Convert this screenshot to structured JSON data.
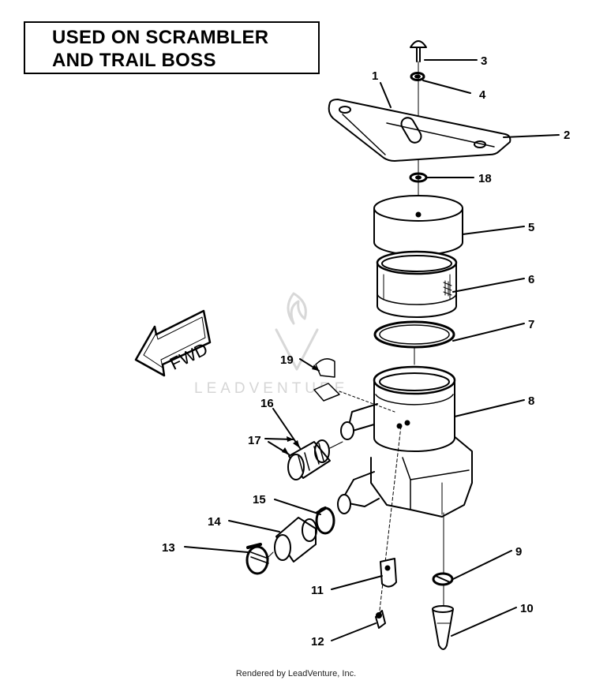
{
  "title": {
    "line1": "USED ON SCRAMBLER",
    "line2": "AND TRAIL BOSS"
  },
  "direction_label": "FWD",
  "watermark": "LEADVENTURE",
  "footer": "Rendered by LeadVenture, Inc.",
  "callouts": [
    "1",
    "2",
    "3",
    "4",
    "5",
    "6",
    "7",
    "8",
    "9",
    "10",
    "11",
    "12",
    "13",
    "14",
    "15",
    "16",
    "17",
    "18",
    "19"
  ]
}
